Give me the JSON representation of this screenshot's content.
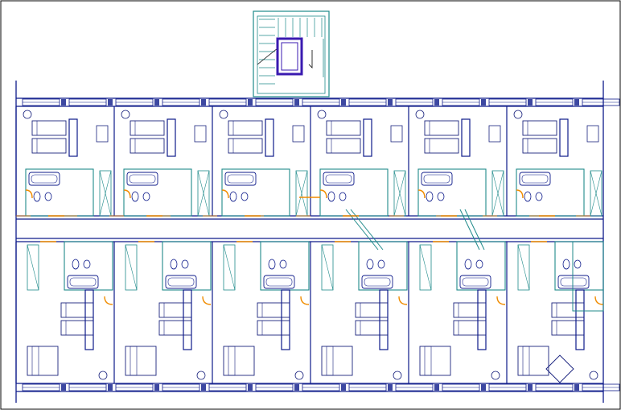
{
  "drawing": {
    "type": "architectural floor plan",
    "colors": {
      "background": "#ffffff",
      "frame": "#000000",
      "walls": "#0d1a8a",
      "partitions": "#1f8a8a",
      "doors": "#f08c00",
      "furniture": "#1a237e",
      "fixtures": "#0d1a8a"
    },
    "elements": {
      "stair_core": "stairwell-with-lift",
      "top_row_units": 6,
      "bottom_row_units": 6,
      "room_furniture": [
        "twin-beds",
        "desk-chair",
        "wardrobe"
      ],
      "bathroom_fixtures": [
        "bathtub",
        "washbasin",
        "toilet",
        "bidet"
      ],
      "corridor": "central-corridor",
      "special_symbol": "diamond-table"
    }
  }
}
